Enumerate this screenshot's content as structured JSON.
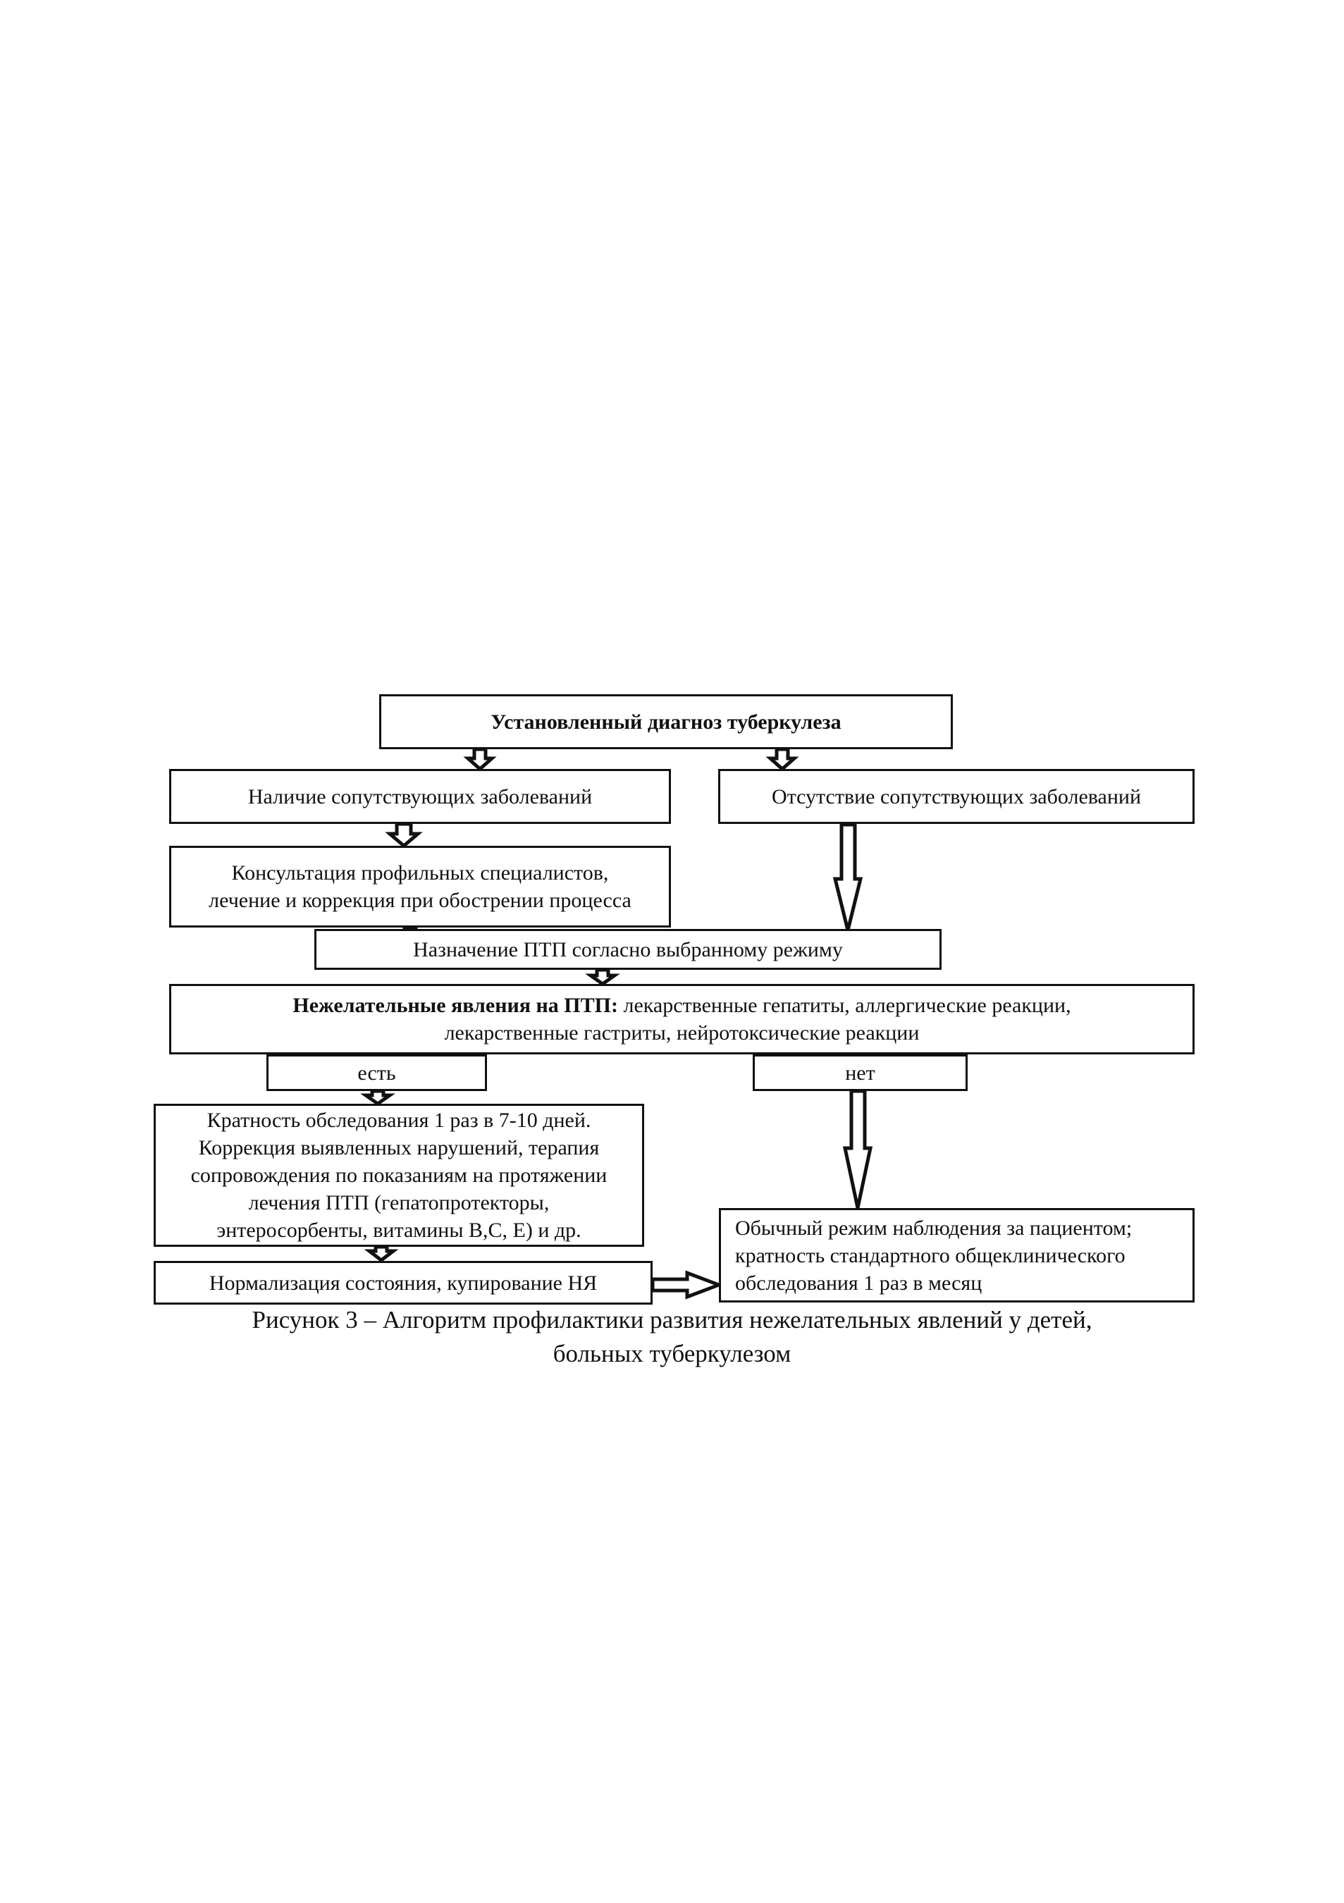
{
  "diagram": {
    "diagnosis": "Установленный диагноз туберкулеза",
    "comorbid_present": "Наличие сопутствующих заболеваний",
    "comorbid_absent": "Отсутствие сопутствующих заболеваний",
    "consultation": [
      "Консультация профильных специалистов,",
      "лечение и коррекция при обострении процесса"
    ],
    "prescription": "Назначение ПТП согласно выбранному режиму",
    "adverse_heading": "Нежелательные явления на ПТП:",
    "adverse_text_line1": " лекарственные гепатиты, аллергические реакции,",
    "adverse_text_line2": "лекарственные гастриты, нейротоксические реакции",
    "yes_label": "есть",
    "no_label": "нет",
    "monitoring_frequent": [
      "Кратность обследования 1 раз в 7-10 дней.",
      "Коррекция выявленных нарушений, терапия",
      "сопровождения по показаниям на протяжении",
      "лечения ПТП (гепатопротекторы,",
      "энтеросорбенты, витамины В,С, Е) и др."
    ],
    "normalization": "Нормализация состояния, купирование НЯ",
    "routine_monitoring": [
      "Обычный режим наблюдения за пациентом;",
      "кратность стандартного общеклинического",
      "обследования 1 раз в месяц"
    ]
  },
  "caption": {
    "line1": "Рисунок 3 – Алгоритм профилактики развития нежелательных явлений у детей,",
    "line2": "больных туберкулезом"
  }
}
